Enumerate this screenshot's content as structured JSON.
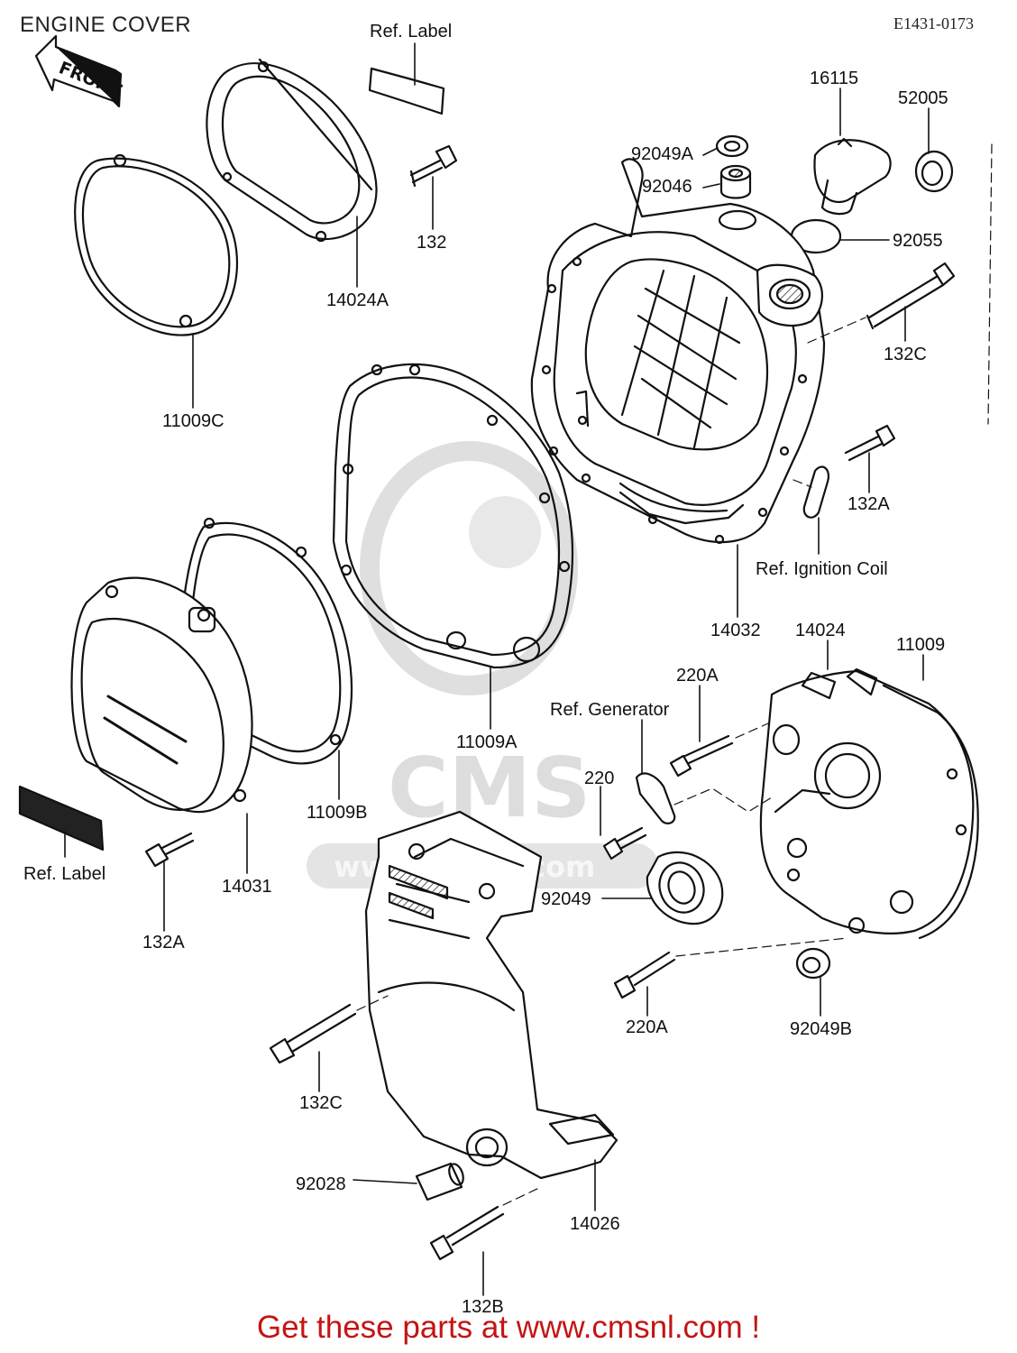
{
  "diagram": {
    "title": "ENGINE COVER",
    "code": "E1431-0173",
    "front_badge": "FRONT",
    "watermark_text": "www.cmsnl.com",
    "watermark_logo": "CMS",
    "promo": "Get these parts at www.cmsnl.com !",
    "colors": {
      "line": "#111111",
      "promo": "#c41414",
      "watermark": "#d9d9d9"
    },
    "labels": [
      {
        "id": "ref-label-top",
        "text": "Ref. Label"
      },
      {
        "id": "16115",
        "text": "16115"
      },
      {
        "id": "52005",
        "text": "52005"
      },
      {
        "id": "92049a",
        "text": "92049A"
      },
      {
        "id": "92046",
        "text": "92046"
      },
      {
        "id": "132",
        "text": "132"
      },
      {
        "id": "92055",
        "text": "92055"
      },
      {
        "id": "14024a",
        "text": "14024A"
      },
      {
        "id": "132c-upper",
        "text": "132C"
      },
      {
        "id": "11009c",
        "text": "11009C"
      },
      {
        "id": "132a-right",
        "text": "132A"
      },
      {
        "id": "ref-ignition-coil",
        "text": "Ref. Ignition Coil"
      },
      {
        "id": "14032",
        "text": "14032"
      },
      {
        "id": "14024",
        "text": "14024"
      },
      {
        "id": "11009",
        "text": "11009"
      },
      {
        "id": "220a-upper",
        "text": "220A"
      },
      {
        "id": "ref-generator",
        "text": "Ref. Generator"
      },
      {
        "id": "11009a",
        "text": "11009A"
      },
      {
        "id": "220",
        "text": "220"
      },
      {
        "id": "11009b",
        "text": "11009B"
      },
      {
        "id": "ref-label-left",
        "text": "Ref.  Label"
      },
      {
        "id": "14031",
        "text": "14031"
      },
      {
        "id": "92049",
        "text": "92049"
      },
      {
        "id": "132a-left",
        "text": "132A"
      },
      {
        "id": "220a-lower",
        "text": "220A"
      },
      {
        "id": "92049b",
        "text": "92049B"
      },
      {
        "id": "132c-lower",
        "text": "132C"
      },
      {
        "id": "92028",
        "text": "92028"
      },
      {
        "id": "14026",
        "text": "14026"
      },
      {
        "id": "132b",
        "text": "132B"
      }
    ]
  }
}
